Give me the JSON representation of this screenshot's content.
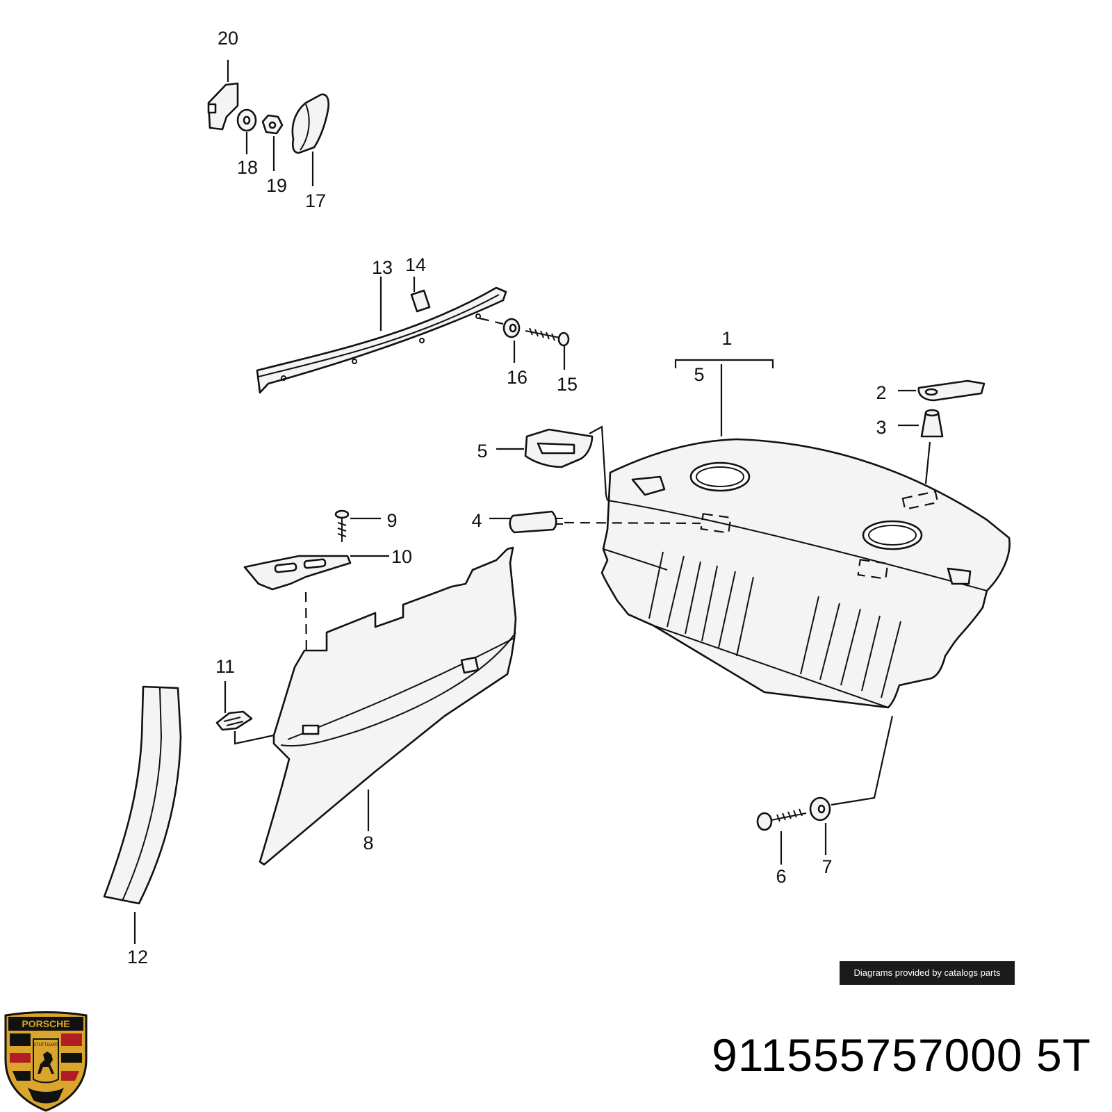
{
  "callouts": [
    "1",
    "2",
    "3",
    "4",
    "5",
    "5",
    "6",
    "7",
    "8",
    "9",
    "10",
    "11",
    "12",
    "13",
    "14",
    "15",
    "16",
    "17",
    "18",
    "19",
    "20"
  ],
  "credit_text": "Diagrams provided by catalogs parts",
  "part_number": "911555757000 5T",
  "logo": {
    "brand_text": "PORSCHE",
    "city_text": "STUTTGART",
    "colors": {
      "gold": "#d9a52c",
      "red": "#b01e23",
      "black": "#111111"
    }
  }
}
